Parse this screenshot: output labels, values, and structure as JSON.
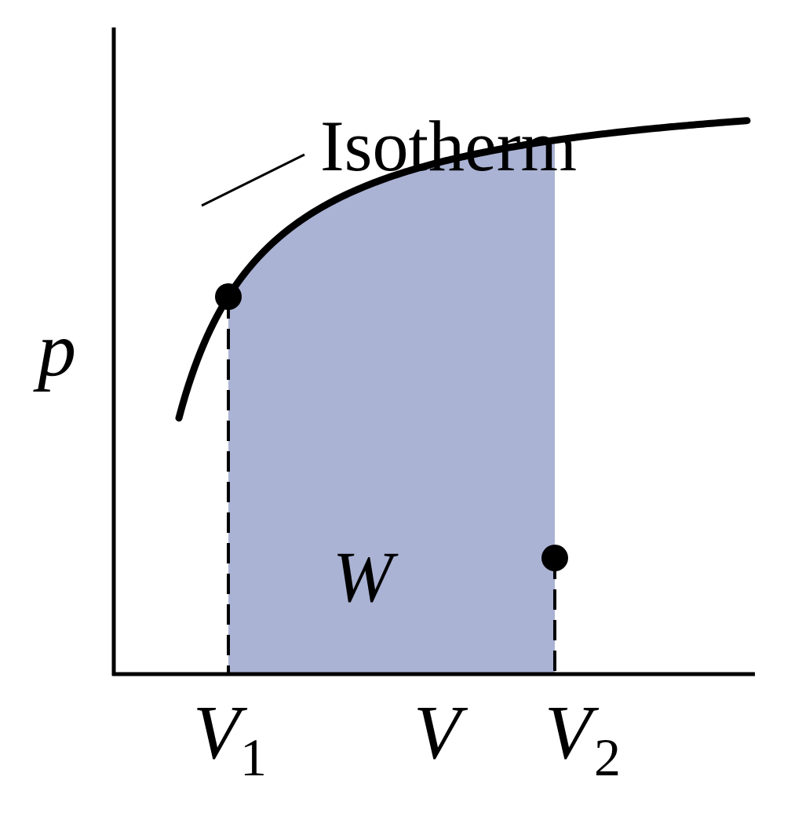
{
  "diagram": {
    "curve_label": "Isotherm",
    "y_axis_label": "p",
    "x_axis_label": "V",
    "area_label": "W",
    "v1_label": {
      "symbol": "V",
      "subscript": "1"
    },
    "v2_label": {
      "symbol": "V",
      "subscript": "2"
    },
    "colors": {
      "area_fill": "#aab3d4",
      "line": "#000000",
      "background": "#ffffff"
    }
  }
}
